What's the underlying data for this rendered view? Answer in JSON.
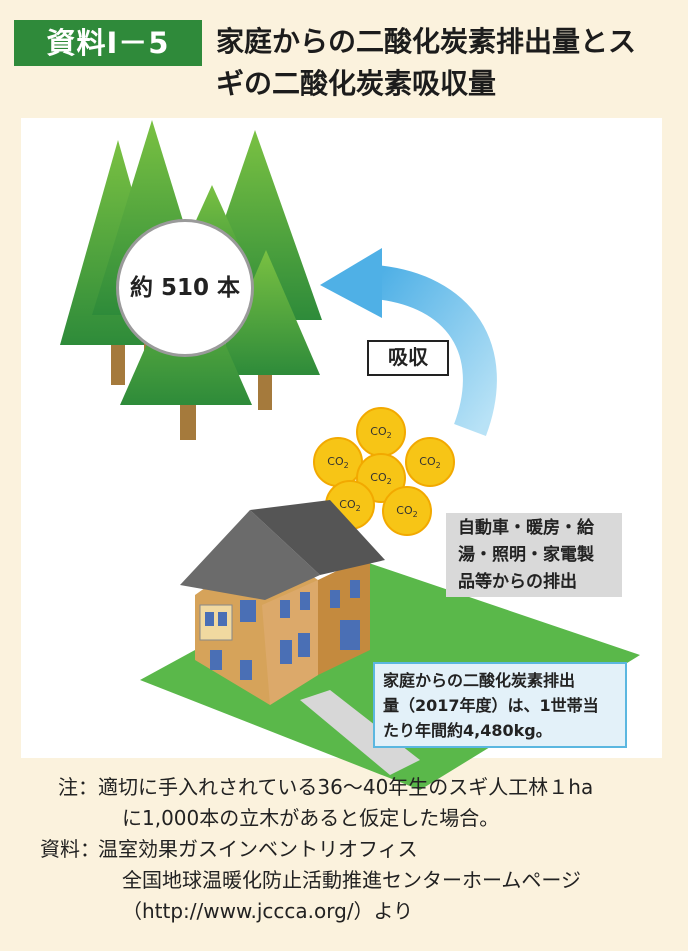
{
  "header": {
    "tag": "資料Ⅰ－5",
    "title_line1": "家庭からの二酸化炭素排出量とス",
    "title_line2": "ギの二酸化炭素吸収量"
  },
  "diagram": {
    "tree_count_label": "約 510 本",
    "absorb_label": "吸収",
    "co2_label": "CO",
    "co2_sub": "2",
    "source_lines": [
      "自動車・暖房・給",
      "湯・照明・家電製",
      "品等からの排出"
    ],
    "household_lines": [
      "家庭からの二酸化炭素排出",
      "量（2017年度）は、1世帯当",
      "たり年間約4,480kg。"
    ]
  },
  "notes": {
    "note_label": "注：",
    "note_line1": "適切に手入れされている36～40年生のスギ人工林１ha",
    "note_line2": "に1,000本の立木があると仮定した場合。",
    "source_label": "資料：",
    "source_line1": "温室効果ガスインベントリオフィス",
    "source_line2": "全国地球温暖化防止活動推進センターホームページ",
    "source_line3": "（http://www.jccca.org/）より"
  },
  "colors": {
    "tag_green": "#2f8a3a",
    "background": "#fbf2dd",
    "arrow_blue": "#8ccdf0",
    "co2_yellow": "#f7c516"
  }
}
